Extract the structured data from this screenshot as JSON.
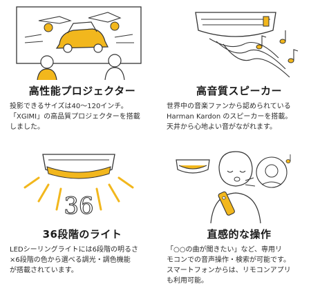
{
  "features": [
    {
      "title": "高性能プロジェクター",
      "lines": [
        "投影できるサイズは40〜120インチ。",
        "「XGIMI」の高品質プロジェクターを搭載",
        "しました。"
      ]
    },
    {
      "title": "高音質スピーカー",
      "lines": [
        "世界中の音楽ファンから認められている",
        "Harman Kardon のスピーカーを搭載。",
        "天井から心地よい音がながれます。"
      ]
    },
    {
      "title": "36段階のライト",
      "illus_text": "36",
      "lines": [
        "LEDシーリングライトには6段階の明るさ",
        "×6段階の色から選べる調光・調色機能",
        "が搭載されています。"
      ]
    },
    {
      "title": "直感的な操作",
      "lines": [
        "「○○の曲が聞きたい」など、専用リ",
        "モコンでの音声操作・検索が可能です。",
        "スマートフォンからは、リモコンアプリ",
        "も利用可能。"
      ]
    }
  ],
  "colors": {
    "accent": "#f2b71d",
    "line": "#333333"
  }
}
